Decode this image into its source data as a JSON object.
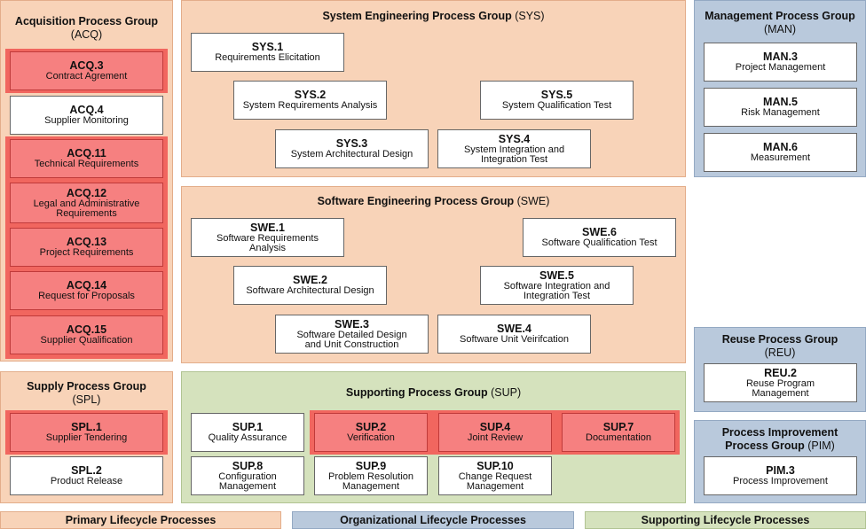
{
  "acq": {
    "title": "Acquisition Process Group",
    "abbr": "(ACQ)",
    "items": [
      {
        "code": "ACQ.3",
        "name": "Contract Agrement"
      },
      {
        "code": "ACQ.4",
        "name": "Supplier Monitoring"
      },
      {
        "code": "ACQ.11",
        "name": "Technical Requirements"
      },
      {
        "code": "ACQ.12",
        "name": "Legal and Administrative Requirements"
      },
      {
        "code": "ACQ.13",
        "name": "Project Requirements"
      },
      {
        "code": "ACQ.14",
        "name": "Request for Proposals"
      },
      {
        "code": "ACQ.15",
        "name": "Supplier Qualification"
      }
    ]
  },
  "spl": {
    "title": "Supply Process Group",
    "abbr": "(SPL)",
    "items": [
      {
        "code": "SPL.1",
        "name": "Supplier Tendering"
      },
      {
        "code": "SPL.2",
        "name": "Product Release"
      }
    ]
  },
  "sys": {
    "title": "System Engineering Process Group",
    "abbr": "(SYS)",
    "items": [
      {
        "code": "SYS.1",
        "name": "Requirements Elicitation"
      },
      {
        "code": "SYS.2",
        "name": "System Requirements Analysis"
      },
      {
        "code": "SYS.3",
        "name": "System Architectural Design"
      },
      {
        "code": "SYS.4",
        "name": "System Integration and Integration Test"
      },
      {
        "code": "SYS.5",
        "name": "System Qualification Test"
      }
    ]
  },
  "swe": {
    "title": "Software Engineering Process Group",
    "abbr": "(SWE)",
    "items": [
      {
        "code": "SWE.1",
        "name": "Software Requirements Analysis"
      },
      {
        "code": "SWE.2",
        "name": "Software Architectural Design"
      },
      {
        "code": "SWE.3",
        "name": "Software Detailed Design and Unit Construction"
      },
      {
        "code": "SWE.4",
        "name": "Software Unit Veirifcation"
      },
      {
        "code": "SWE.5",
        "name": "Software Integration and Integration Test"
      },
      {
        "code": "SWE.6",
        "name": "Software Qualification Test"
      }
    ]
  },
  "sup": {
    "title": "Supporting Process Group",
    "abbr": "(SUP)",
    "items": [
      {
        "code": "SUP.1",
        "name": "Quality Assurance"
      },
      {
        "code": "SUP.2",
        "name": "Verification"
      },
      {
        "code": "SUP.4",
        "name": "Joint Review"
      },
      {
        "code": "SUP.7",
        "name": "Documentation"
      },
      {
        "code": "SUP.8",
        "name": "Configuration Management"
      },
      {
        "code": "SUP.9",
        "name": "Problem Resolution Management"
      },
      {
        "code": "SUP.10",
        "name": "Change Request Management"
      }
    ]
  },
  "man": {
    "title": "Management Process Group",
    "abbr": "(MAN)",
    "items": [
      {
        "code": "MAN.3",
        "name": "Project Management"
      },
      {
        "code": "MAN.5",
        "name": "Risk Management"
      },
      {
        "code": "MAN.6",
        "name": "Measurement"
      }
    ]
  },
  "reu": {
    "title": "Reuse Process Group",
    "abbr": "(REU)",
    "items": [
      {
        "code": "REU.2",
        "name": "Reuse Program Management"
      }
    ]
  },
  "pim": {
    "title": "Process Improvement",
    "title2": "Process Group",
    "abbr": "(PIM)",
    "items": [
      {
        "code": "PIM.3",
        "name": "Process Improvement"
      }
    ]
  },
  "legend": {
    "primary": "Primary Lifecycle Processes",
    "organizational": "Organizational Lifecycle Processes",
    "supporting": "Supporting Lifecycle Processes"
  },
  "colors": {
    "primary": "#f8d3b8",
    "organizational": "#b9c9dc",
    "supporting": "#d5e2bd",
    "highlight": "#f68080"
  }
}
